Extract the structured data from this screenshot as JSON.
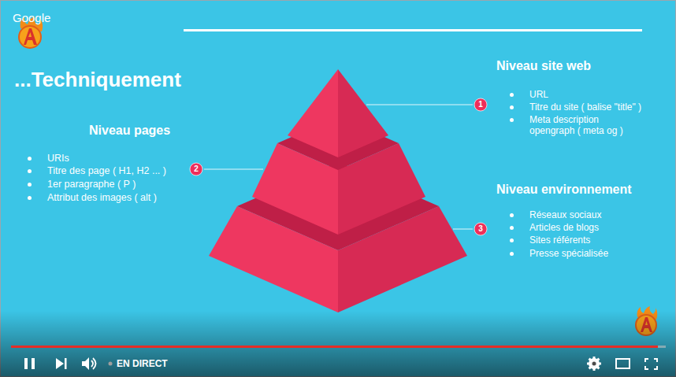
{
  "diagram": {
    "title": "...Techniquement",
    "nodes": [
      {
        "text": [
          "1"
        ]
      },
      {
        "text": [
          "2"
        ]
      },
      {
        "text": [
          "3"
        ]
      }
    ],
    "labels": [
      "Google",
      "Niveau pages",
      "URIs",
      "Titre des page ( H1, H2 ... )",
      "1er paragraphe ( P )",
      "Attribut des images ( alt )",
      "Niveau site web",
      "URL",
      "Titre du site ( balise \"title\" )",
      "Meta description opengraph ( meta og )",
      "Niveau environnement",
      "Réseaux sociaux",
      "Articles de blogs",
      "Sites référents",
      "Presse spécialisée",
      "EN DIRECT"
    ]
  }
}
